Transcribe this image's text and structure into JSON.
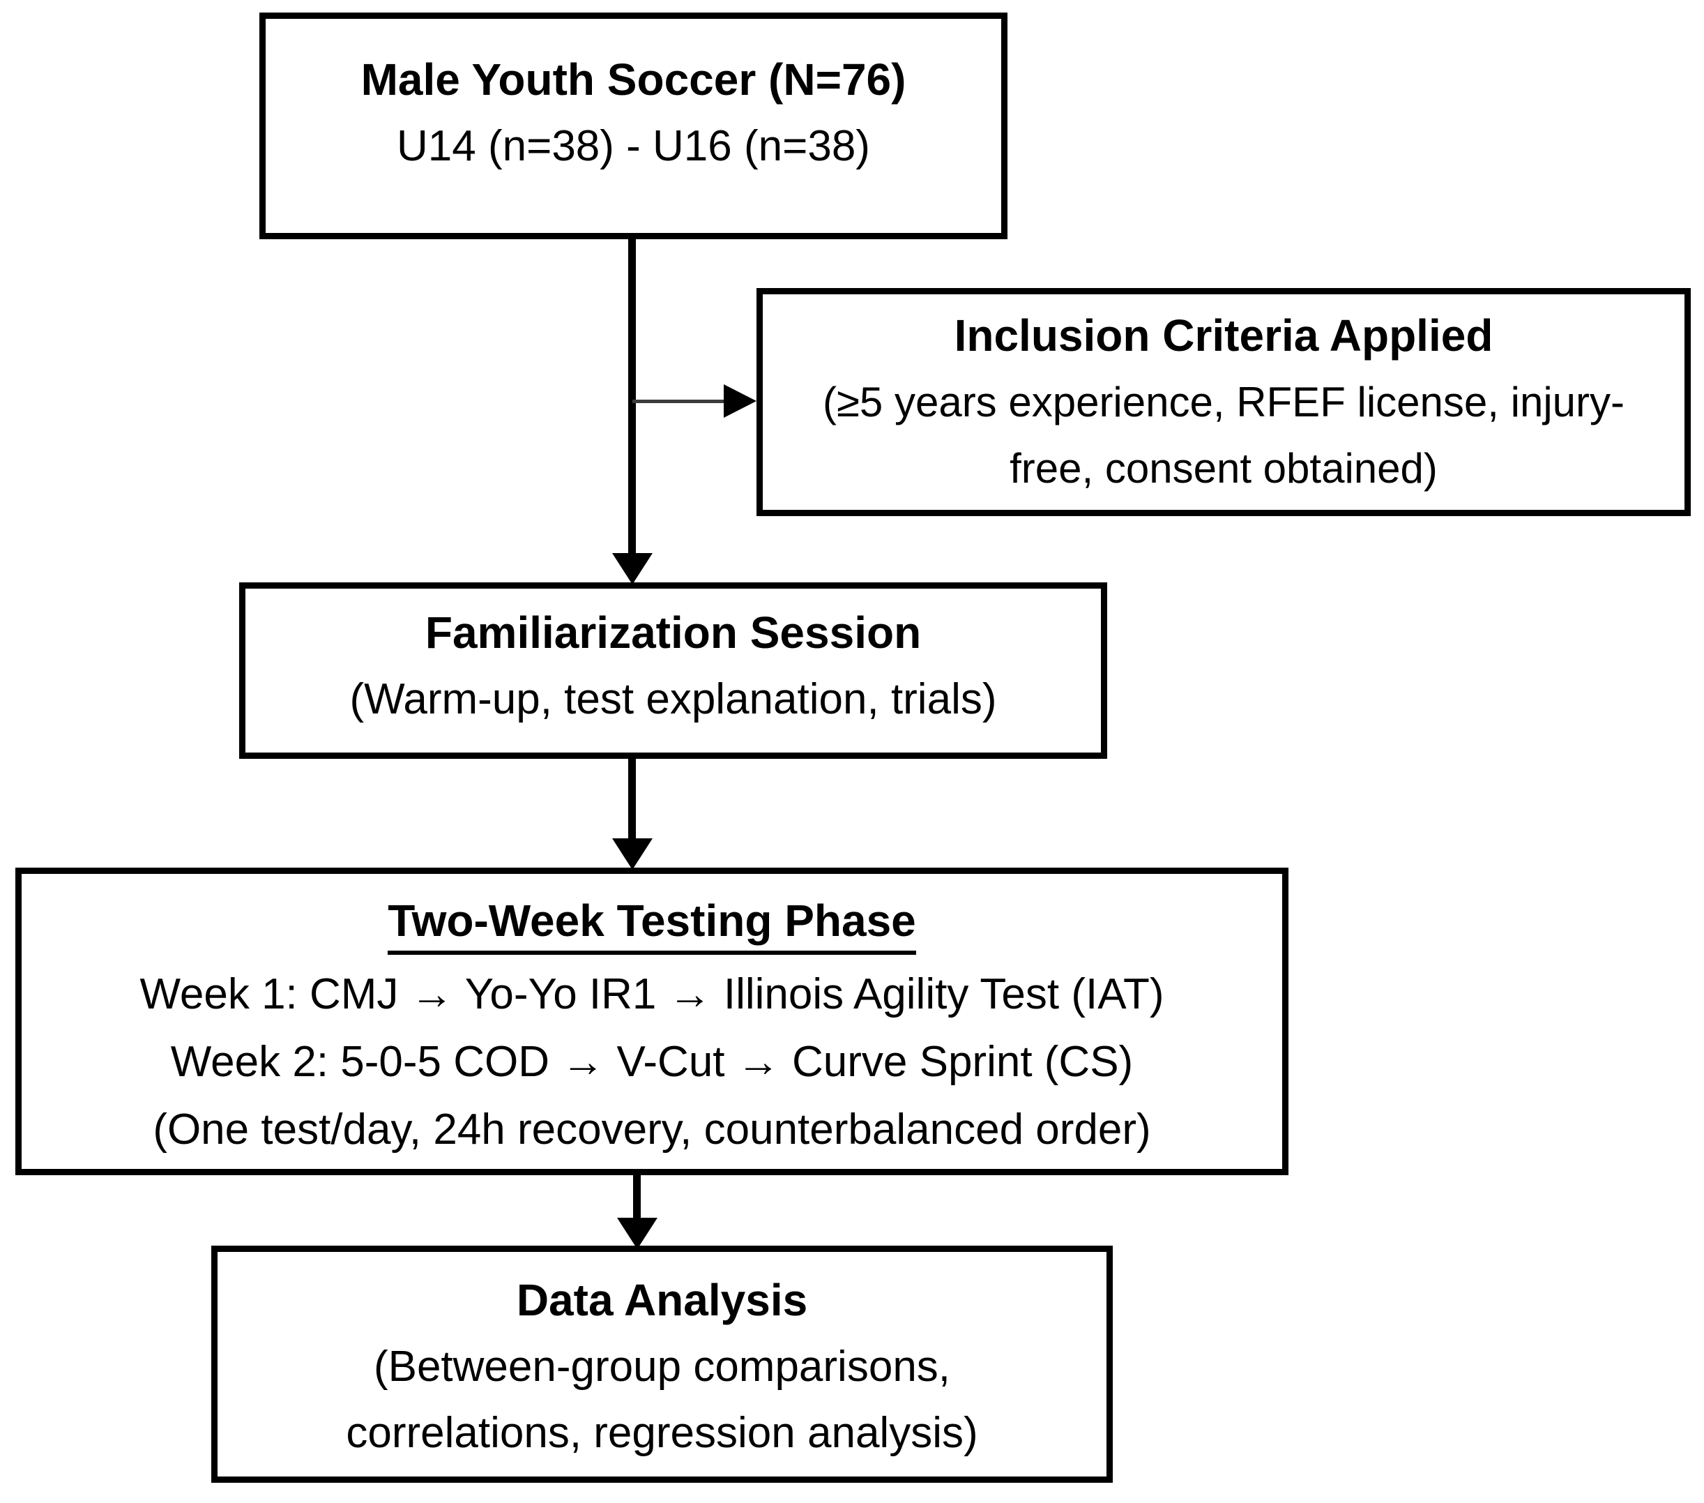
{
  "figure": {
    "background_color": "#ffffff",
    "border_color": "#000000",
    "text_color": "#000000",
    "type": "study-design-flowchart"
  },
  "boxes": {
    "participants": {
      "title": "Male Youth Soccer (N=76)",
      "subtitle": "U14 (n=38) - U16 (n=38)"
    },
    "inclusion": {
      "title": "Inclusion Criteria Applied",
      "lines": [
        "(≥5 years experience, RFEF license, injury-",
        "free, consent obtained)"
      ]
    },
    "familiarization": {
      "title": "Familiarization Session",
      "subtitle": "(Warm-up, test explanation, trials)"
    },
    "testing": {
      "title": "Two-Week Testing Phase",
      "week1": "Week 1: CMJ → Yo-Yo IR1 → Illinois Agility Test (IAT)",
      "week2": "Week 2: 5-0-5 COD → V-Cut → Curve Sprint (CS)",
      "note": "(One test/day, 24h recovery, counterbalanced order)"
    },
    "analysis": {
      "title": "Data Analysis",
      "lines": [
        "(Between-group comparisons,",
        "correlations, regression analysis)"
      ]
    }
  }
}
